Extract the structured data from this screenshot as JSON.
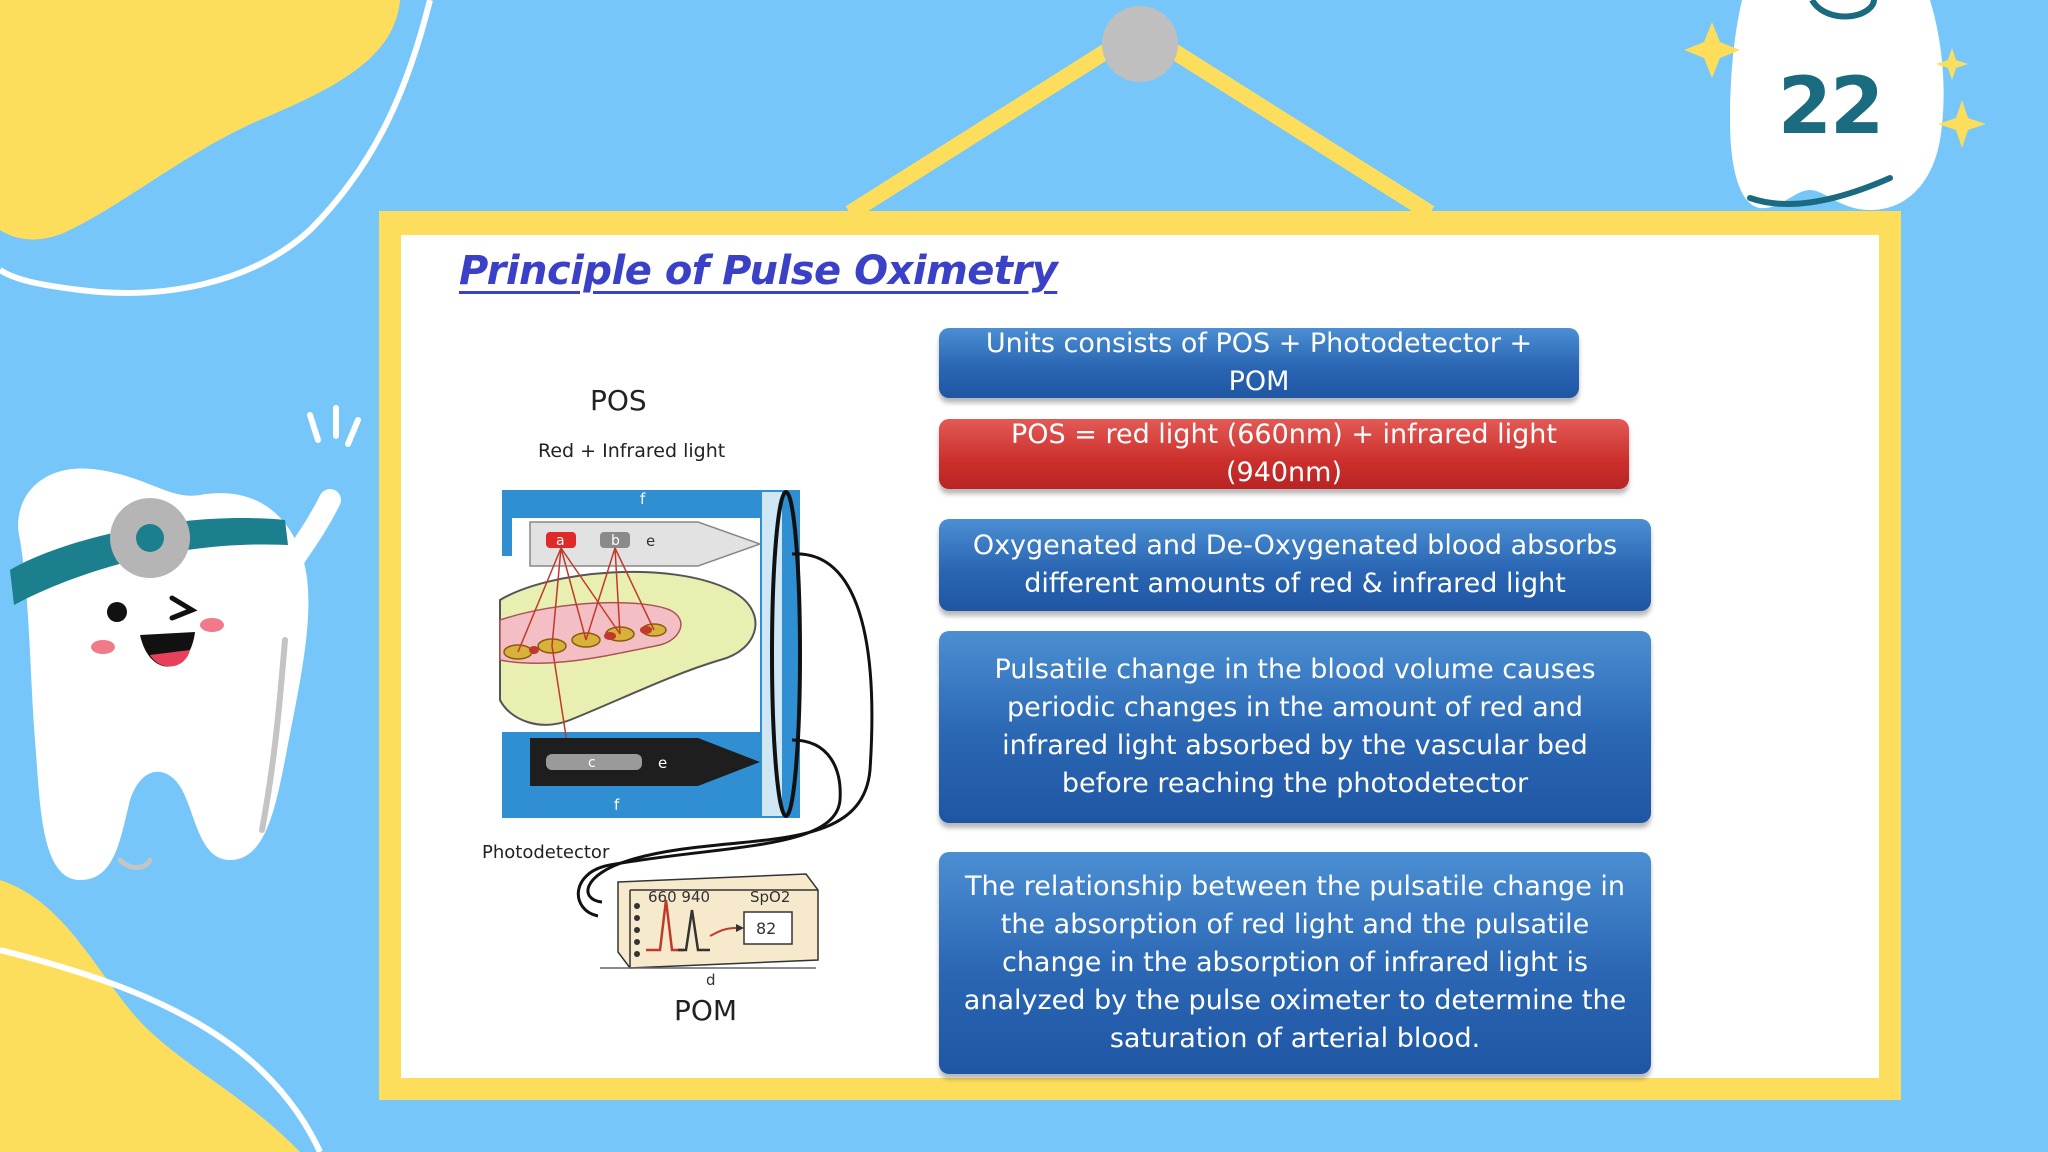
{
  "slide": {
    "title": "Principle of Pulse Oximetry",
    "page_number": "22"
  },
  "diagram": {
    "pos_label": "POS",
    "light_label": "Red + Infrared light",
    "photodetector_label": "Photodetector",
    "pom_label": "POM",
    "marker_a": "a",
    "marker_b": "b",
    "marker_c": "c",
    "marker_d": "d",
    "marker_e_top": "e",
    "marker_e_bottom": "e",
    "marker_f_top": "f",
    "marker_f_bottom": "f",
    "monitor_wavelengths": "660 940",
    "monitor_spo2_label": "SpO2",
    "monitor_spo2_value": "82"
  },
  "boxes": [
    {
      "text": "Units consists of POS + Photodetector + POM",
      "color": "#2a66b3"
    },
    {
      "text": "POS = red light (660nm) + infrared light (940nm)",
      "color": "#cc2f2c"
    },
    {
      "text": "Oxygenated and De-Oxygenated blood absorbs different amounts of red & infrared light",
      "color": "#2a66b3"
    },
    {
      "text": "Pulsatile change in the blood volume causes periodic changes in the amount of red and infrared light absorbed by the vascular bed before reaching the photodetector",
      "color": "#2a66b3"
    },
    {
      "text": "The relationship between the pulsatile change in the absorption of red light and the pulsatile change in the absorption of infrared light is analyzed by the pulse oximeter to determine the saturation of arterial blood.",
      "color": "#2a66b3"
    }
  ],
  "colors": {
    "background": "#76c6f9",
    "frame": "#fdde5c",
    "title": "#3a41c7",
    "box_blue": "#2a66b3",
    "box_red": "#cc2f2c",
    "tooth_band": "#1b7f8e"
  },
  "icons": [
    "tooth-doctor-mascot-icon",
    "tooth-page-badge-icon",
    "sparkle-icon",
    "hanging-pin-icon"
  ]
}
